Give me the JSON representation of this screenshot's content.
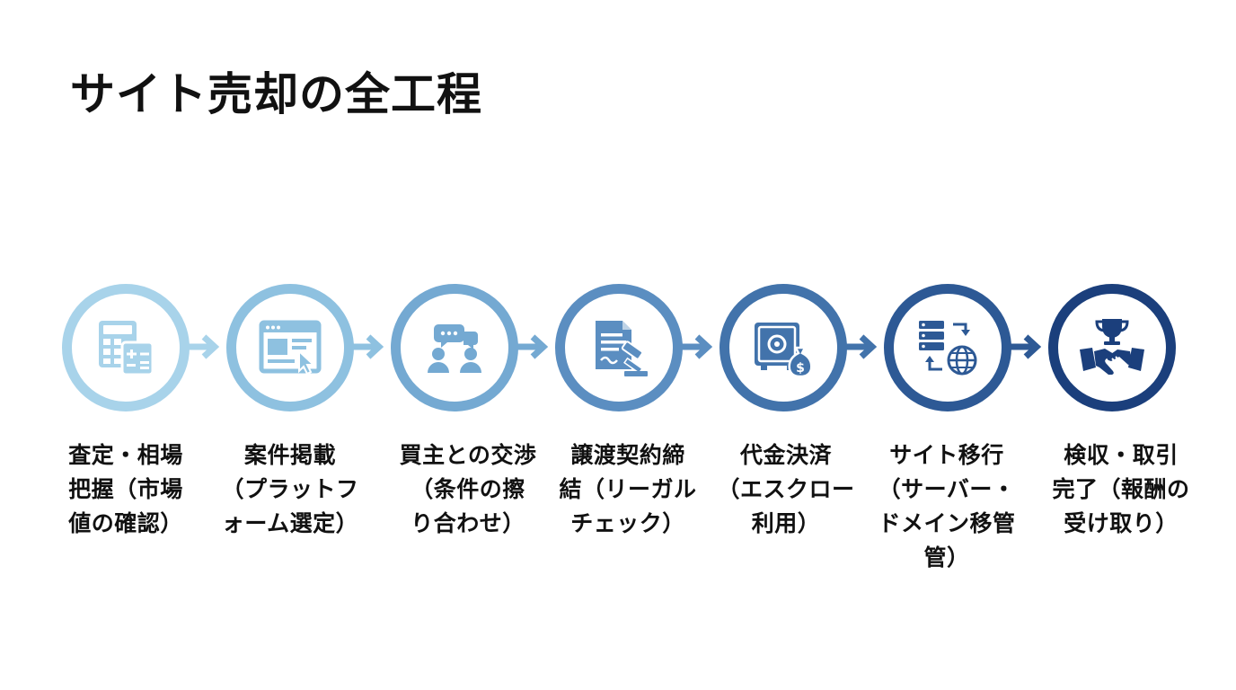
{
  "title": "サイト売却の全工程",
  "colors": {
    "step1": "#a8d3ea",
    "step2": "#8ec1e0",
    "step3": "#74a9d2",
    "step4": "#5b8ec1",
    "step5": "#4273ab",
    "step6": "#2d5995",
    "step7": "#1b3f7c"
  },
  "steps": [
    {
      "icon": "calculator-icon",
      "lines": [
        "査定・相場",
        "把握（市場",
        "値の確認）"
      ]
    },
    {
      "icon": "browser-window-icon",
      "lines": [
        "案件掲載",
        "（プラットフ",
        "ォーム選定）"
      ]
    },
    {
      "icon": "chat-people-icon",
      "lines": [
        "買主との交渉",
        "（条件の擦",
        "り合わせ）"
      ]
    },
    {
      "icon": "contract-gavel-icon",
      "lines": [
        "譲渡契約締",
        "結（リーガル",
        "チェック）"
      ]
    },
    {
      "icon": "safe-money-bag-icon",
      "lines": [
        "代金決済",
        "（エスクロー",
        "利用）"
      ]
    },
    {
      "icon": "server-globe-icon",
      "lines": [
        "サイト移行",
        "（サーバー・",
        "ドメイン移管",
        "管）"
      ]
    },
    {
      "icon": "handshake-trophy-icon",
      "lines": [
        "検収・取引",
        "完了（報酬の",
        "受け取り）"
      ]
    }
  ]
}
